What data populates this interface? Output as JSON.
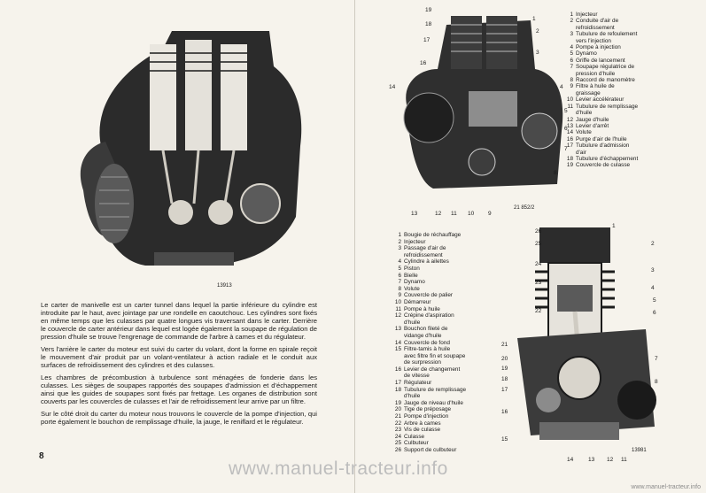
{
  "left_page": {
    "figure_code": "13913",
    "body": [
      "Le carter de manivelle est un carter tunnel dans lequel la partie inférieure du cylindre est introduite par le haut, avec jointage par une rondelle en caoutchouc. Les cylindres sont fixés en même temps que les culasses par quatre longues vis traversant dans le carter. Derrière le couvercle de carter antérieur dans lequel est logée également la soupape de régulation de pression d'huile se trouve l'engrenage de commande de l'arbre à cames et du régulateur.",
      "Vers l'arrière le carter du moteur est suivi du carter du volant, dont la forme en spirale reçoit le mouvement d'air produit par un volant-ventilateur à action radiale et le conduit aux surfaces de refroidissement des cylindres et des culasses.",
      "Les chambres de précombustion à turbulence sont ménagées de fonderie dans les culasses. Les sièges de soupapes rapportés des soupapes d'admission et d'échappement ainsi que les guides de soupapes sont fixés par frettage. Les organes de distribution sont couverts par les couvercles de culasses et l'air de refroidissement leur arrive par un filtre.",
      "Sur le côté droit du carter du moteur nous trouvons le couvercle de la pompe d'injection, qui porte également le bouchon de remplissage d'huile, la jauge, le reniflard et le régulateur."
    ],
    "page_number": "8"
  },
  "right_page": {
    "top_figure_code": "21 852/2",
    "top_legend": [
      {
        "n": "1",
        "t": "Injecteur"
      },
      {
        "n": "2",
        "t": "Conduite d'air de\nrefroidissement"
      },
      {
        "n": "3",
        "t": "Tubulure de refoulement\nvers l'injection"
      },
      {
        "n": "4",
        "t": "Pompe à injection"
      },
      {
        "n": "5",
        "t": "Dynamo"
      },
      {
        "n": "6",
        "t": "Griffe de lancement"
      },
      {
        "n": "7",
        "t": "Soupape régulatrice de\npression d'huile"
      },
      {
        "n": "8",
        "t": "Raccord de manomètre"
      },
      {
        "n": "9",
        "t": "Filtre à huile de\ngraissage"
      },
      {
        "n": "10",
        "t": "Levier accélérateur"
      },
      {
        "n": "11",
        "t": "Tubulure de remplissage\nd'huile"
      },
      {
        "n": "12",
        "t": "Jauge d'huile"
      },
      {
        "n": "13",
        "t": "Levier d'arrêt"
      },
      {
        "n": "14",
        "t": "Volute"
      },
      {
        "n": "16",
        "t": "Purge d'air de l'huile"
      },
      {
        "n": "17",
        "t": "Tubulure d'admission\nd'air"
      },
      {
        "n": "18",
        "t": "Tubulure d'échappement"
      },
      {
        "n": "19",
        "t": "Couvercle de culasse"
      }
    ],
    "top_callouts_left": [
      "19",
      "18",
      "17",
      "16",
      "14"
    ],
    "top_callouts_right": [
      "1",
      "2",
      "3",
      "4",
      "5",
      "6",
      "7",
      "8"
    ],
    "top_callouts_bottom": [
      "13",
      "12",
      "11",
      "10",
      "9"
    ],
    "bottom_legend": [
      {
        "n": "1",
        "t": "Bougie de réchauffage"
      },
      {
        "n": "2",
        "t": "Injecteur"
      },
      {
        "n": "3",
        "t": "Passage d'air de\nrefroidissement"
      },
      {
        "n": "4",
        "t": "Cylindre à ailettes"
      },
      {
        "n": "5",
        "t": "Piston"
      },
      {
        "n": "6",
        "t": "Bielle"
      },
      {
        "n": "7",
        "t": "Dynamo"
      },
      {
        "n": "8",
        "t": "Volute"
      },
      {
        "n": "9",
        "t": "Couvercle de palier"
      },
      {
        "n": "10",
        "t": "Démarreur"
      },
      {
        "n": "11",
        "t": "Pompe à huile"
      },
      {
        "n": "12",
        "t": "Crépine d'aspiration\nd'huile"
      },
      {
        "n": "13",
        "t": "Bouchon fileté de\nvidange d'huile"
      },
      {
        "n": "14",
        "t": "Couvercle de fond"
      },
      {
        "n": "15",
        "t": "Filtre-tamis à huile\navec filtre fin et soupape\nde surpression"
      },
      {
        "n": "16",
        "t": "Levier de changement\nde vitesse"
      },
      {
        "n": "17",
        "t": "Régulateur"
      },
      {
        "n": "18",
        "t": "Tubulure de remplissage\nd'huile"
      },
      {
        "n": "19",
        "t": "Jauge de niveau d'huile"
      },
      {
        "n": "20",
        "t": "Tige de préposage"
      },
      {
        "n": "21",
        "t": "Pompe d'injection"
      },
      {
        "n": "22",
        "t": "Arbre à cames"
      },
      {
        "n": "23",
        "t": "Vis de culasse"
      },
      {
        "n": "24",
        "t": "Culasse"
      },
      {
        "n": "25",
        "t": "Culbuteur"
      },
      {
        "n": "26",
        "t": "Support de culbuteur"
      }
    ],
    "bottom_figure_code": "13981",
    "bottom_callouts_left": [
      "26",
      "25",
      "24",
      "23",
      "22",
      "21",
      "20",
      "19",
      "18",
      "17",
      "16",
      "15"
    ],
    "bottom_callouts_right": [
      "1",
      "2",
      "3",
      "4",
      "5",
      "6",
      "7",
      "8"
    ],
    "bottom_callouts_bottom": [
      "14",
      "13",
      "12",
      "11"
    ]
  },
  "watermark": "www.manuel-tracteur.info",
  "corner_url": "www.manuel-tracteur.info"
}
